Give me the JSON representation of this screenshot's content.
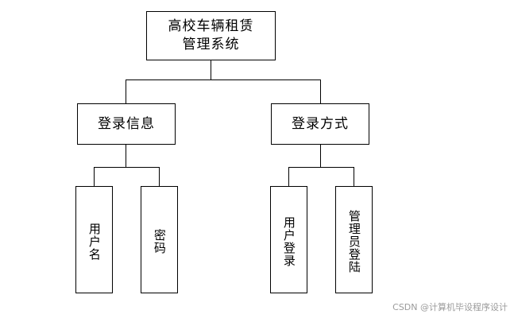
{
  "diagram": {
    "type": "tree-hierarchy",
    "root": {
      "label": "高校车辆租赁\n管理系统",
      "line1": "高校车辆租赁",
      "line2": "管理系统"
    },
    "level2": [
      {
        "label": "登录信息"
      },
      {
        "label": "登录方式"
      }
    ],
    "leaves": [
      {
        "label": "用户名",
        "parent": "登录信息"
      },
      {
        "label": "密码",
        "parent": "登录信息"
      },
      {
        "label": "用户登录",
        "parent": "登录方式"
      },
      {
        "label": "管理员登陆",
        "parent": "登录方式"
      }
    ]
  },
  "watermark": {
    "text": "CSDN @计算机毕设程序设计"
  }
}
